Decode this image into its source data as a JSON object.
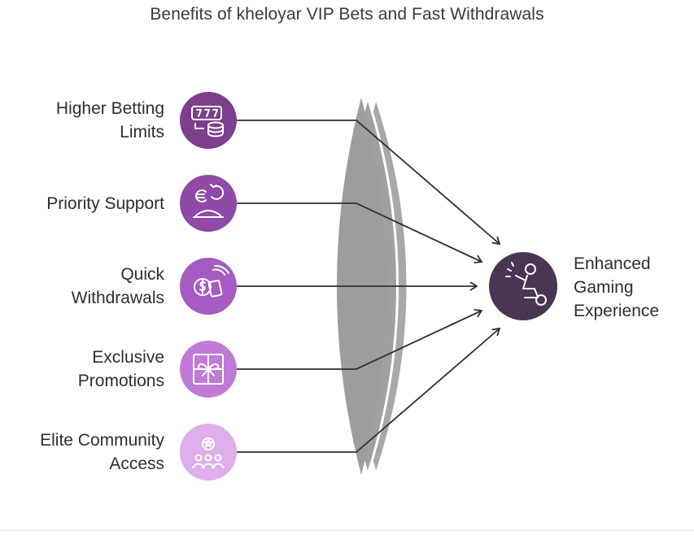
{
  "title": "Benefits of kheloyar VIP Bets and Fast Withdrawals",
  "benefits": [
    {
      "line1": "Higher Betting",
      "line2": "Limits",
      "icon": "slot-machine-coins-icon",
      "color": "#7b3f8c"
    },
    {
      "line1": "Priority Support",
      "line2": "",
      "icon": "currency-exchange-hand-icon",
      "color": "#8f4aa8"
    },
    {
      "line1": "Quick",
      "line2": "Withdrawals",
      "icon": "fast-payment-icon",
      "color": "#a45cc2"
    },
    {
      "line1": "Exclusive",
      "line2": "Promotions",
      "icon": "gift-box-icon",
      "color": "#c07ad8"
    },
    {
      "line1": "Elite Community",
      "line2": "Access",
      "icon": "community-icon",
      "color": "#deafeb"
    }
  ],
  "outcome": {
    "line1": "Enhanced",
    "line2": "Gaming",
    "line3": "Experience",
    "icon": "gamer-icon",
    "color": "#4a3553"
  },
  "colors": {
    "lens": "#9e9e9e",
    "arrow": "#2f2f2f"
  }
}
